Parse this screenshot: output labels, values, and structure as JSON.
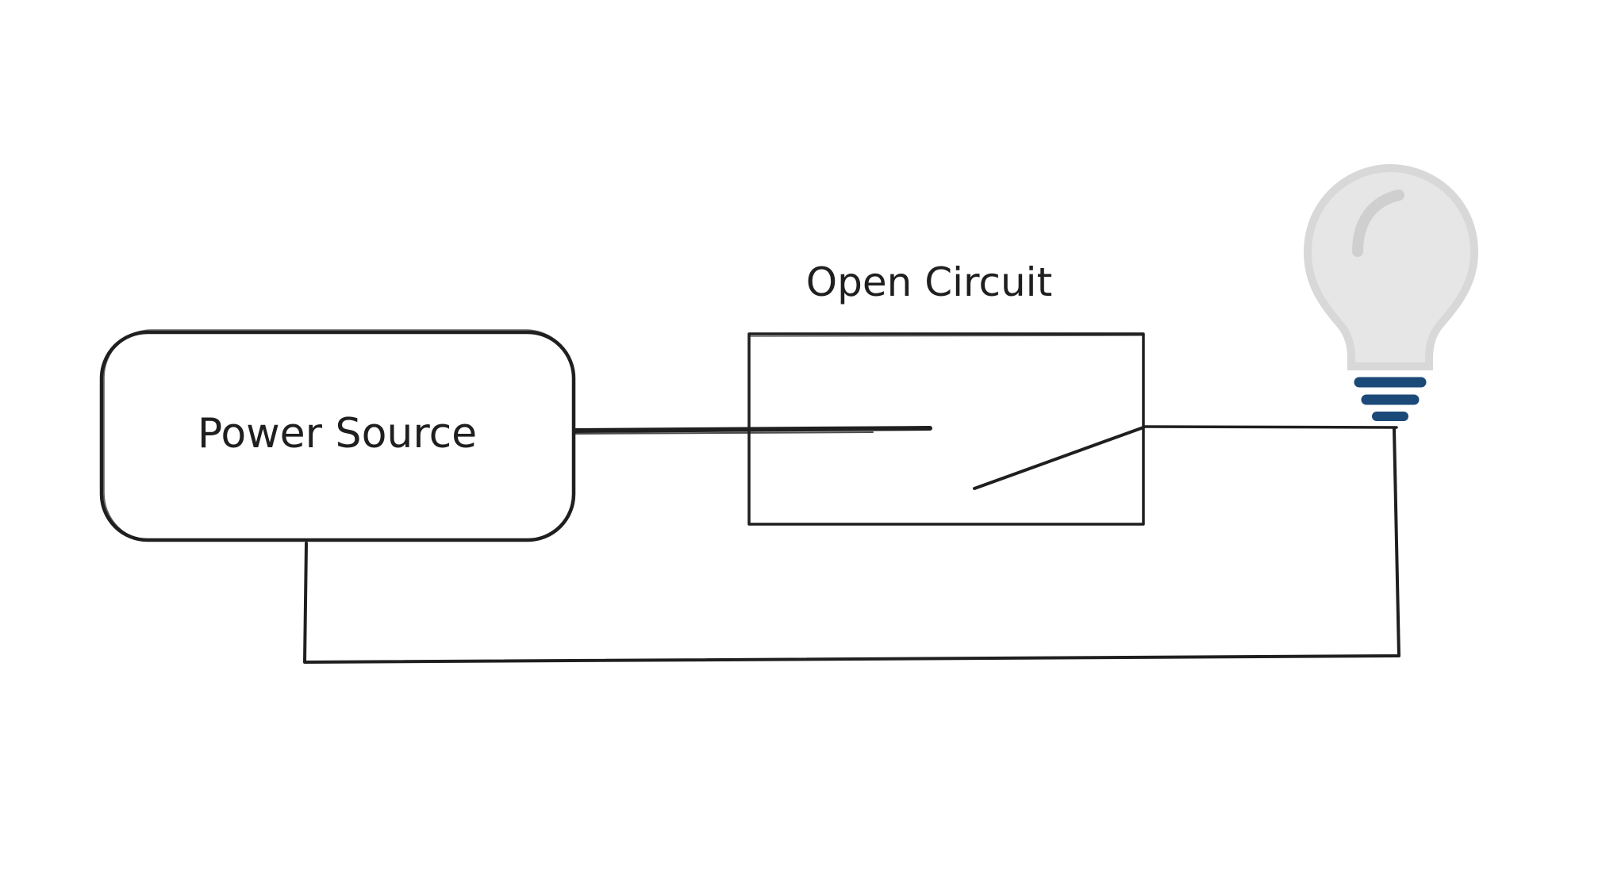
{
  "diagram": {
    "power_source_label": "Power Source",
    "switch_caption": "Open Circuit",
    "switch_state": "open",
    "colors": {
      "ink": "#1f1f1f",
      "bulb_glass": "#e6e6e6",
      "bulb_glass_outline": "#d8d8d8",
      "bulb_highlight": "#cfcfcf",
      "bulb_base": "#1b4a78"
    },
    "icons": [
      "light-bulb-icon"
    ]
  }
}
